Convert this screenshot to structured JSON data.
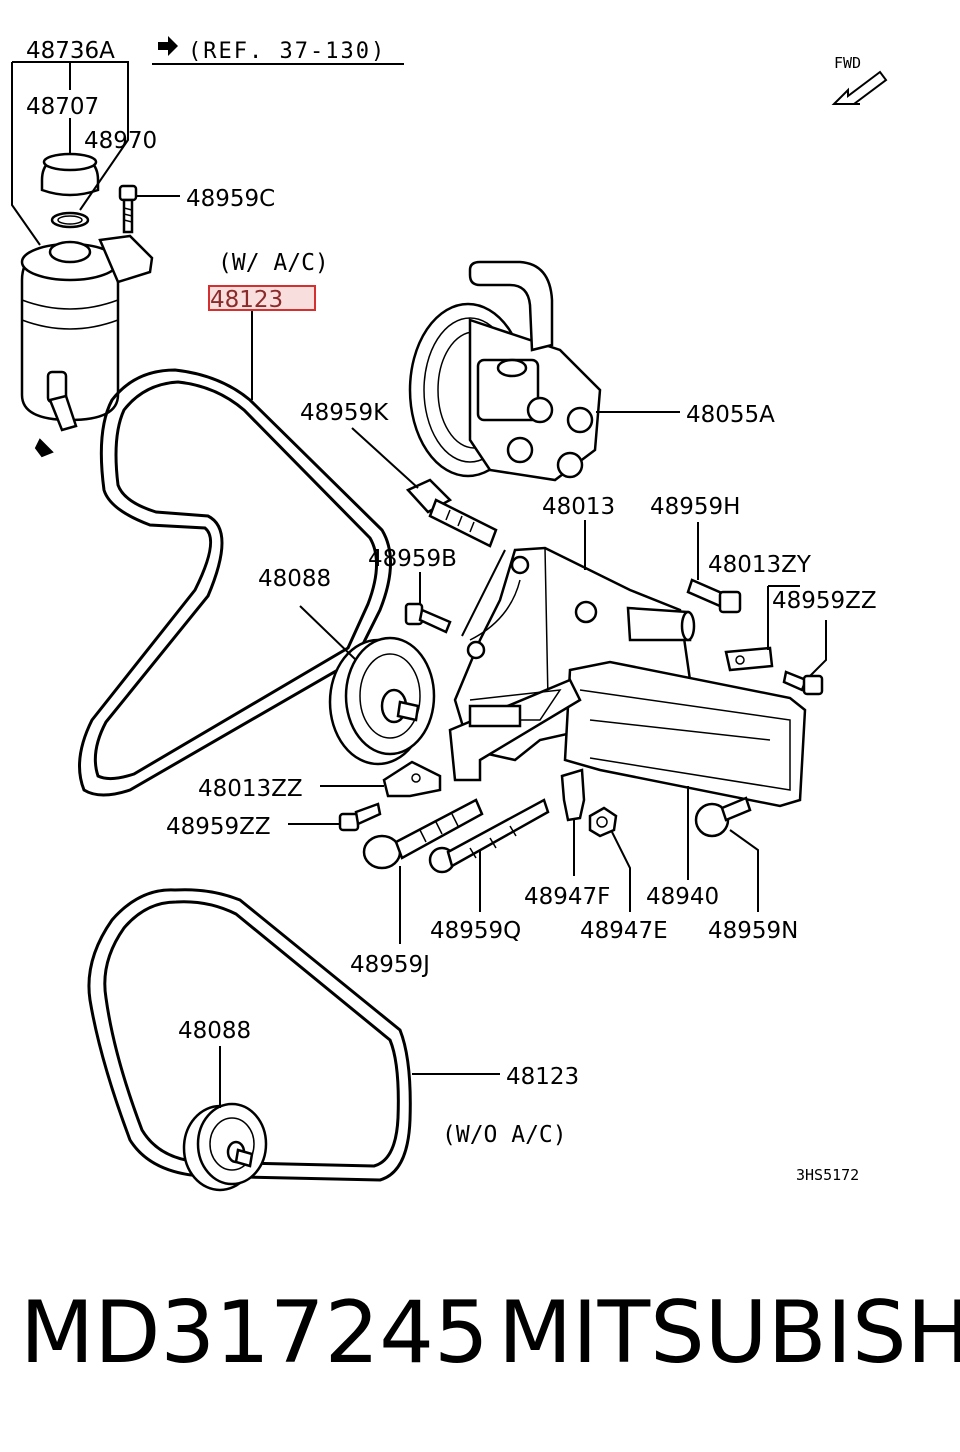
{
  "ref_note": "(REF. 37-130)",
  "fwd": "FWD",
  "variant_with_ac": "(W/ A/C)",
  "variant_without_ac": "(W/O A/C)",
  "drawing_code": "3HS5172",
  "highlight_color": "#d43030",
  "labels": {
    "p48736A": "48736A",
    "p48707": "48707",
    "p48970": "48970",
    "p48959C": "48959C",
    "p48123_top": "48123",
    "p48959K": "48959K",
    "p48055A": "48055A",
    "p48013": "48013",
    "p48959H": "48959H",
    "p48013ZY": "48013ZY",
    "p48959ZZ_right": "48959ZZ",
    "p48088_top": "48088",
    "p48959B": "48959B",
    "p48013ZZ": "48013ZZ",
    "p48959ZZ_left": "48959ZZ",
    "p48947F": "48947F",
    "p48940": "48940",
    "p48959Q": "48959Q",
    "p48947E": "48947E",
    "p48959N": "48959N",
    "p48959J": "48959J",
    "p48088_bottom": "48088",
    "p48123_bottom": "48123"
  },
  "caption": {
    "part_number": "MD317245",
    "brand": "MITSUBISHI"
  }
}
